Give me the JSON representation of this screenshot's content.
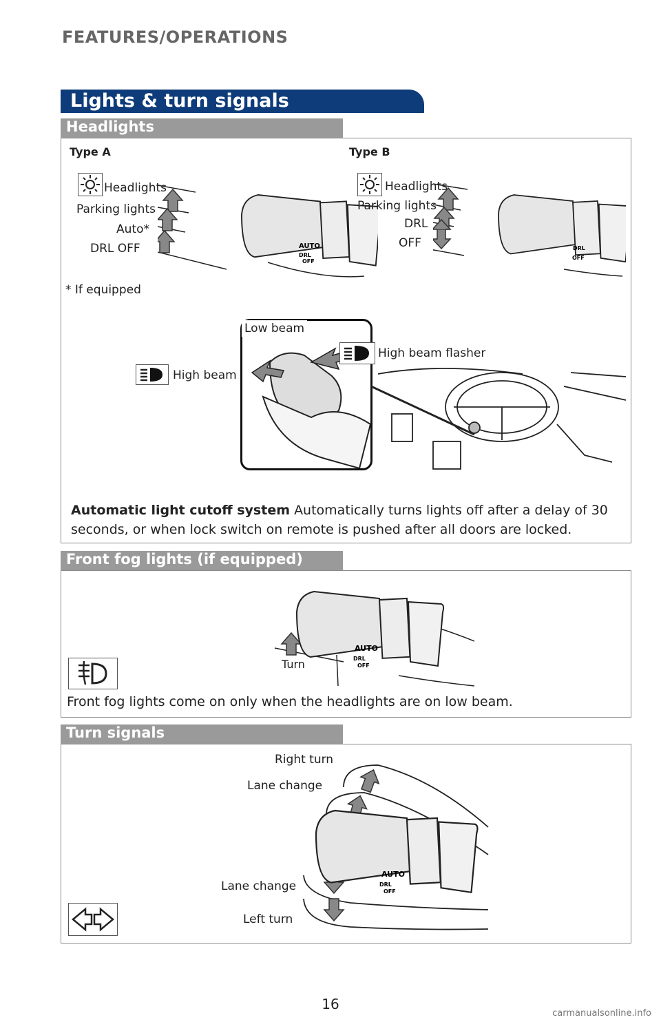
{
  "header": {
    "section": "FEATURES/OPERATIONS"
  },
  "title": "Lights & turn signals",
  "headlights": {
    "heading": "Headlights",
    "type_a": {
      "label": "Type A",
      "positions": [
        "Headlights",
        "Parking lights",
        "Auto*",
        "DRL OFF"
      ]
    },
    "type_b": {
      "label": "Type B",
      "positions": [
        "Headlights",
        "Parking lights",
        "DRL",
        "OFF"
      ]
    },
    "footnote": "* If equipped",
    "beam": {
      "low": "Low beam",
      "high": "High beam",
      "flasher": "High beam flasher"
    },
    "cutoff_title": "Automatic light cutoff system",
    "cutoff_text": "Automatically turns lights off after a delay of 30",
    "cutoff_text2": "seconds, or when lock switch on remote is pushed after all doors are locked."
  },
  "fog": {
    "heading": "Front fog lights (if equipped)",
    "turn_label": "Turn",
    "note": "Front fog lights come on only when the headlights are on low beam."
  },
  "turn_signals": {
    "heading": "Turn signals",
    "labels": {
      "right_turn": "Right turn",
      "lane_change_up": "Lane change",
      "lane_change_down": "Lane change",
      "left_turn": "Left turn"
    }
  },
  "switch_markings": {
    "auto": "AUTO",
    "drl": "DRL",
    "off": "OFF"
  },
  "page_number": "16",
  "watermark": "carmanualsonline.info",
  "icons": [
    "headlight-sun-icon",
    "high-beam-icon",
    "fog-light-icon",
    "turn-signal-arrows-icon"
  ]
}
